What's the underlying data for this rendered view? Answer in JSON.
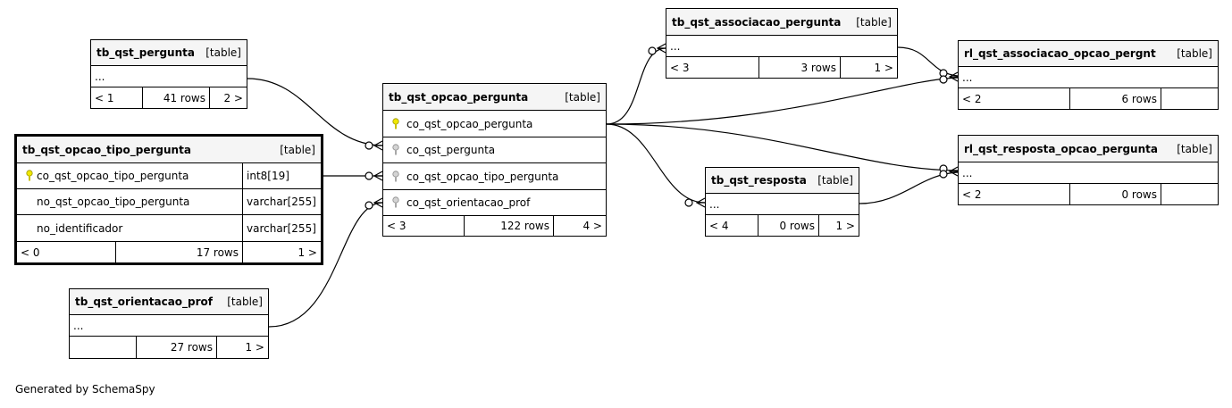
{
  "footer": "Generated by SchemaSpy",
  "colors": {
    "primary_key": "#f0e800",
    "foreign_key": "#a8a8a8",
    "header_bg": "#f5f5f5"
  },
  "tables": {
    "tb_qst_pergunta": {
      "name": "tb_qst_pergunta",
      "type": "[table]",
      "columns": [
        "..."
      ],
      "footer": {
        "parents": "< 1",
        "rows": "41 rows",
        "children": "2 >"
      }
    },
    "tb_qst_opcao_tipo_pergunta": {
      "name": "tb_qst_opcao_tipo_pergunta",
      "type": "[table]",
      "columns": [
        {
          "name": "co_qst_opcao_tipo_pergunta",
          "datatype": "int8[19]",
          "key": "primary-key-icon"
        },
        {
          "name": "no_qst_opcao_tipo_pergunta",
          "datatype": "varchar[255]",
          "key": ""
        },
        {
          "name": "no_identificador",
          "datatype": "varchar[255]",
          "key": ""
        }
      ],
      "footer": {
        "parents": "< 0",
        "rows": "17 rows",
        "children": "1 >"
      }
    },
    "tb_qst_orientacao_prof": {
      "name": "tb_qst_orientacao_prof",
      "type": "[table]",
      "columns": [
        "..."
      ],
      "footer": {
        "parents": "",
        "rows": "27 rows",
        "children": "1 >"
      }
    },
    "tb_qst_opcao_pergunta": {
      "name": "tb_qst_opcao_pergunta",
      "type": "[table]",
      "columns": [
        {
          "name": "co_qst_opcao_pergunta",
          "key": "primary-key-icon"
        },
        {
          "name": "co_qst_pergunta",
          "key": "foreign-key-icon"
        },
        {
          "name": "co_qst_opcao_tipo_pergunta",
          "key": "foreign-key-icon"
        },
        {
          "name": "co_qst_orientacao_prof",
          "key": "foreign-key-icon"
        }
      ],
      "footer": {
        "parents": "< 3",
        "rows": "122 rows",
        "children": "4 >"
      }
    },
    "tb_qst_associacao_pergunta": {
      "name": "tb_qst_associacao_pergunta",
      "type": "[table]",
      "columns": [
        "..."
      ],
      "footer": {
        "parents": "< 3",
        "rows": "3 rows",
        "children": "1 >"
      }
    },
    "tb_qst_resposta": {
      "name": "tb_qst_resposta",
      "type": "[table]",
      "columns": [
        "..."
      ],
      "footer": {
        "parents": "< 4",
        "rows": "0 rows",
        "children": "1 >"
      }
    },
    "rl_qst_associacao_opcao_pergnt": {
      "name": "rl_qst_associacao_opcao_pergnt",
      "type": "[table]",
      "columns": [
        "..."
      ],
      "footer": {
        "parents": "< 2",
        "rows": "6 rows",
        "children": ""
      }
    },
    "rl_qst_resposta_opcao_pergunta": {
      "name": "rl_qst_resposta_opcao_pergunta",
      "type": "[table]",
      "columns": [
        "..."
      ],
      "footer": {
        "parents": "< 2",
        "rows": "0 rows",
        "children": ""
      }
    }
  }
}
